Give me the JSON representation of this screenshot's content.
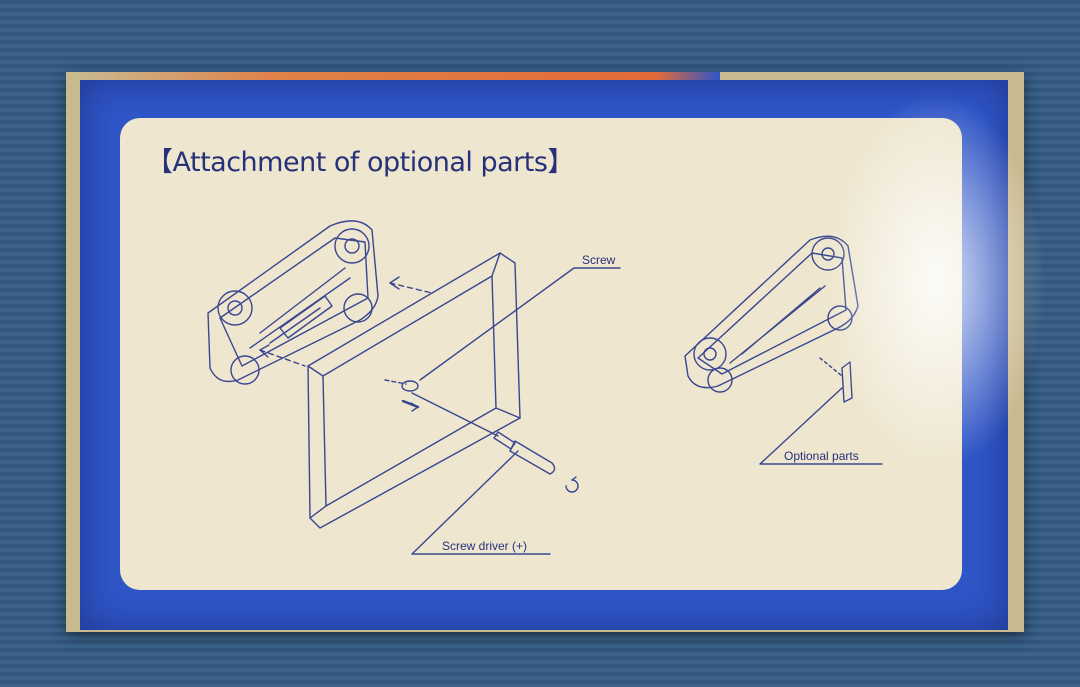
{
  "panel": {
    "title": "【Attachment of optional parts】",
    "labels": {
      "screw": "Screw",
      "screwdriver": "Screw driver (+)",
      "optional_parts": "Optional parts"
    }
  },
  "colors": {
    "box_blue": "#2f56c8",
    "panel_cream": "#eee6cf",
    "ink": "#27317a",
    "background": "#3b628a"
  }
}
